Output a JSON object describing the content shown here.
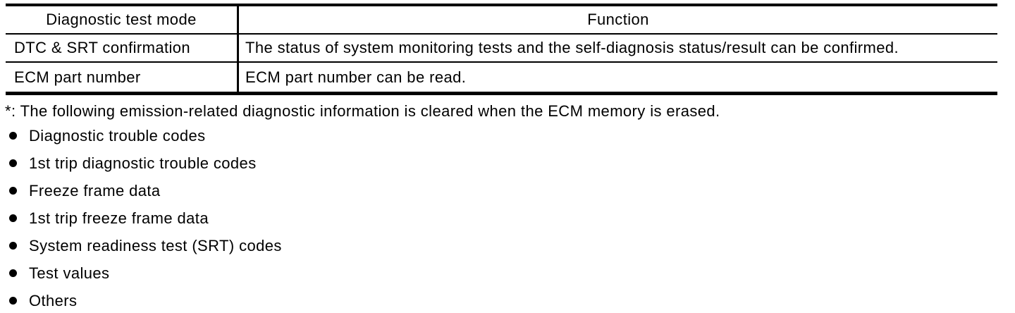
{
  "table": {
    "header": {
      "mode": "Diagnostic test mode",
      "function": "Function"
    },
    "rows": [
      {
        "mode": "DTC & SRT confirmation",
        "function": "The status of system monitoring tests and the self-diagnosis status/result can be confirmed."
      },
      {
        "mode": "ECM part number",
        "function": "ECM part number can be read."
      }
    ]
  },
  "footnote": "*: The following emission-related diagnostic information is cleared when the ECM memory is erased.",
  "bullets": {
    "items": [
      "Diagnostic trouble codes",
      "1st trip diagnostic trouble codes",
      "Freeze frame data",
      "1st trip freeze frame data",
      "System readiness test (SRT) codes",
      "Test values",
      "Others"
    ]
  },
  "colors": {
    "text": "#000000",
    "background": "#ffffff",
    "border": "#000000"
  }
}
